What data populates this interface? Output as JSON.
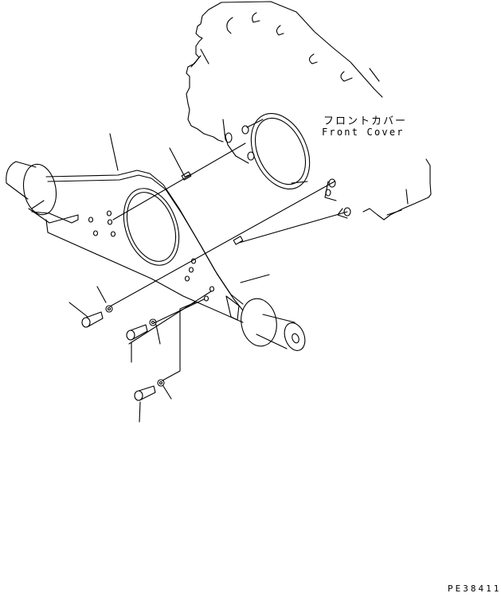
{
  "diagram": {
    "type": "exploded-parts-view",
    "callouts": {
      "front_cover_jp": "フロントカバー",
      "front_cover_en": "Front Cover"
    },
    "figure_id": "PE38411",
    "components": [
      {
        "name": "front-cover",
        "label": "Front Cover"
      },
      {
        "name": "bracket",
        "label": ""
      },
      {
        "name": "dowel-pin-upper",
        "label": ""
      },
      {
        "name": "dowel-pin-lower",
        "label": ""
      },
      {
        "name": "bolt-1",
        "label": ""
      },
      {
        "name": "washer-1",
        "label": ""
      },
      {
        "name": "bolt-2",
        "label": ""
      },
      {
        "name": "washer-2",
        "label": ""
      },
      {
        "name": "bolt-3",
        "label": ""
      },
      {
        "name": "washer-3",
        "label": ""
      }
    ],
    "colors": {
      "line": "#000000",
      "background": "#ffffff"
    }
  }
}
